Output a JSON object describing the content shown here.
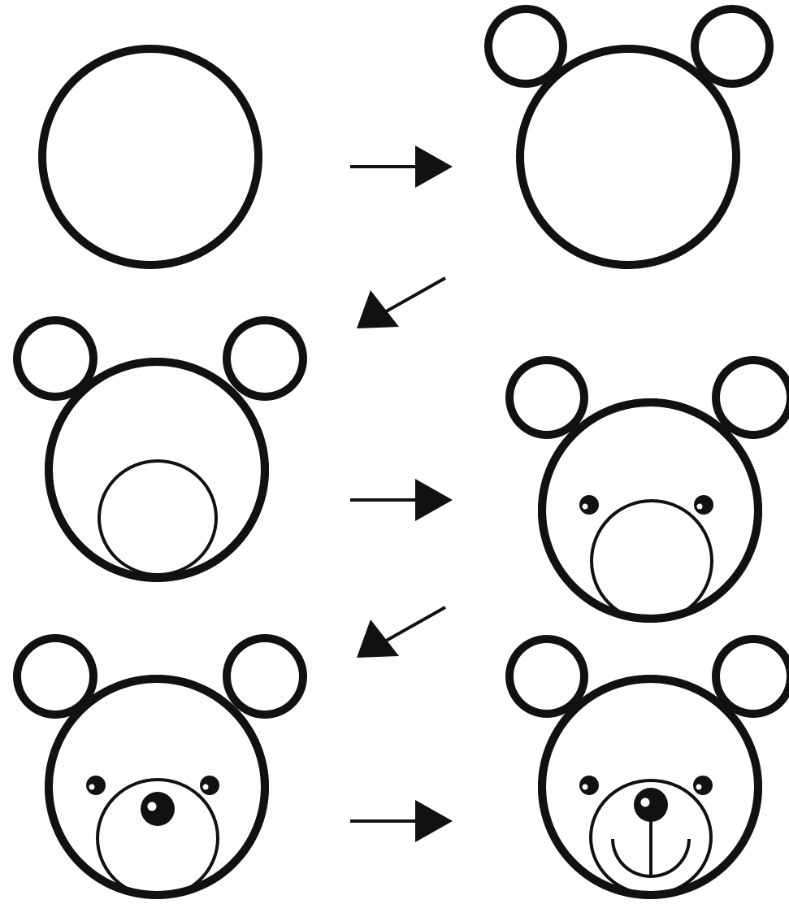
{
  "diagram": {
    "stroke_color": "#111111",
    "background_color": "#ffffff",
    "steps": [
      {
        "step": 1,
        "parts": [
          "head"
        ]
      },
      {
        "step": 2,
        "parts": [
          "head",
          "ears"
        ]
      },
      {
        "step": 3,
        "parts": [
          "head",
          "ears",
          "muzzle"
        ]
      },
      {
        "step": 4,
        "parts": [
          "head",
          "ears",
          "muzzle",
          "eyes"
        ]
      },
      {
        "step": 5,
        "parts": [
          "head",
          "ears",
          "muzzle",
          "eyes",
          "nose"
        ]
      },
      {
        "step": 6,
        "parts": [
          "head",
          "ears",
          "muzzle",
          "eyes",
          "nose",
          "mouth"
        ]
      }
    ],
    "arrows": [
      {
        "from": 1,
        "to": 2,
        "direction": "right"
      },
      {
        "from": 2,
        "to": 3,
        "direction": "down-left"
      },
      {
        "from": 3,
        "to": 4,
        "direction": "right"
      },
      {
        "from": 4,
        "to": 5,
        "direction": "down-left"
      },
      {
        "from": 5,
        "to": 6,
        "direction": "right"
      }
    ]
  }
}
